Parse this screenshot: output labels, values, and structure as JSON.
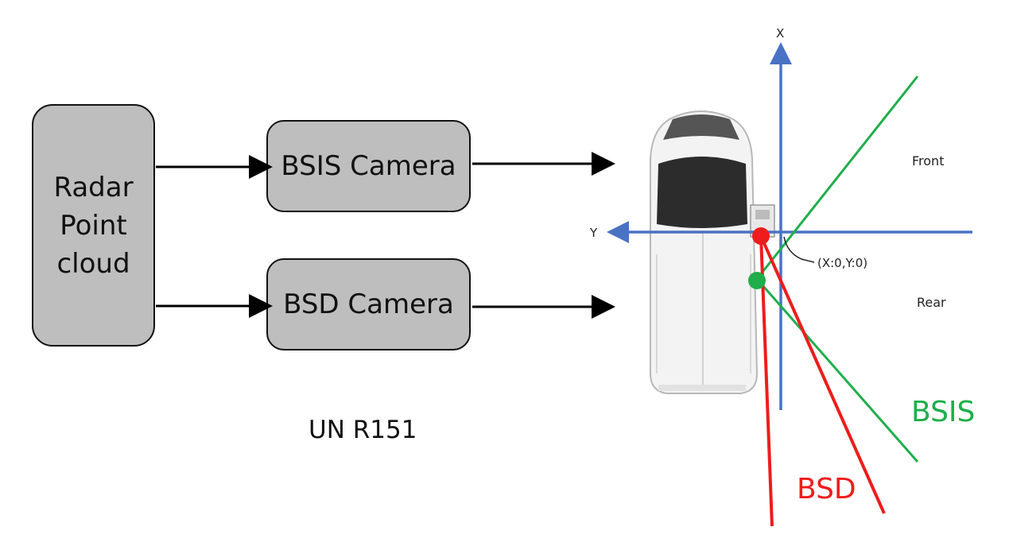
{
  "flow": {
    "source_label": "Radar Point cloud",
    "bsis_camera_label": "BSIS Camera",
    "bsd_camera_label": "BSD Camera"
  },
  "standard_label": "UN R151",
  "scene": {
    "axis_x_label": "X",
    "axis_y_label": "Y",
    "front_label": "Front",
    "rear_label": "Rear",
    "origin_label": "(X:0,Y:0)",
    "bsis_label": "BSIS",
    "bsd_label": "BSD"
  },
  "colors": {
    "box_fill": "#bebebe",
    "axis_blue": "#4a72c4",
    "bsis_green": "#1fae4b",
    "bsd_red": "#ee1c1c"
  }
}
